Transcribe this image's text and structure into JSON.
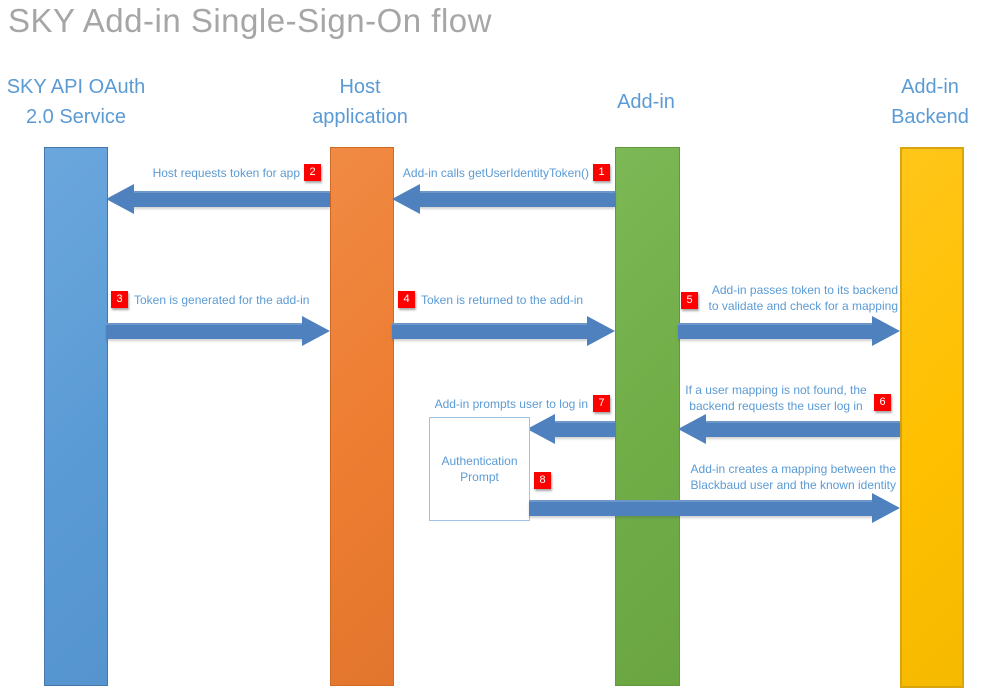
{
  "title": "SKY Add-in Single-Sign-On flow",
  "colors": {
    "title_text": "#a6a6a6",
    "label_text": "#5b9bd5",
    "arrow": "#4e81bd",
    "badge": "#ff0000",
    "lane_oauth": "#5b9bd5",
    "lane_host": "#ed7d31",
    "lane_addin": "#70ad47",
    "lane_backend": "#ffc000"
  },
  "lanes": {
    "oauth": {
      "label": "SKY API OAuth\n2.0 Service",
      "color": "#5b9bd5"
    },
    "host": {
      "label": "Host\napplication",
      "color": "#ed7d31"
    },
    "addin": {
      "label": "Add-in",
      "color": "#70ad47"
    },
    "backend": {
      "label": "Add-in\nBackend",
      "color": "#ffc000"
    }
  },
  "messages": {
    "m1": {
      "num": "1",
      "label": "Add-in calls getUserIdentityToken()",
      "from": "addin",
      "to": "host",
      "direction": "left"
    },
    "m2": {
      "num": "2",
      "label": "Host requests token for app",
      "from": "host",
      "to": "oauth",
      "direction": "left"
    },
    "m3": {
      "num": "3",
      "label": "Token is generated for the add-in",
      "from": "oauth",
      "to": "host",
      "direction": "right"
    },
    "m4": {
      "num": "4",
      "label": "Token is returned to the add-in",
      "from": "host",
      "to": "addin",
      "direction": "right"
    },
    "m5": {
      "num": "5",
      "label": "Add-in passes token to its backend\nto validate and check for a mapping",
      "from": "addin",
      "to": "backend",
      "direction": "right"
    },
    "m6": {
      "num": "6",
      "label": "If a user mapping is not found, the\nbackend requests the user log in",
      "from": "backend",
      "to": "addin",
      "direction": "left"
    },
    "m7": {
      "num": "7",
      "label": "Add-in prompts user to log in",
      "from": "addin",
      "to": "prompt",
      "direction": "left"
    },
    "m8": {
      "num": "8",
      "label": "Add-in creates a mapping between the\nBlackbaud user and the known identity",
      "from": "prompt",
      "to": "backend",
      "direction": "right"
    }
  },
  "prompt_box": {
    "label": "Authentication\nPrompt"
  }
}
